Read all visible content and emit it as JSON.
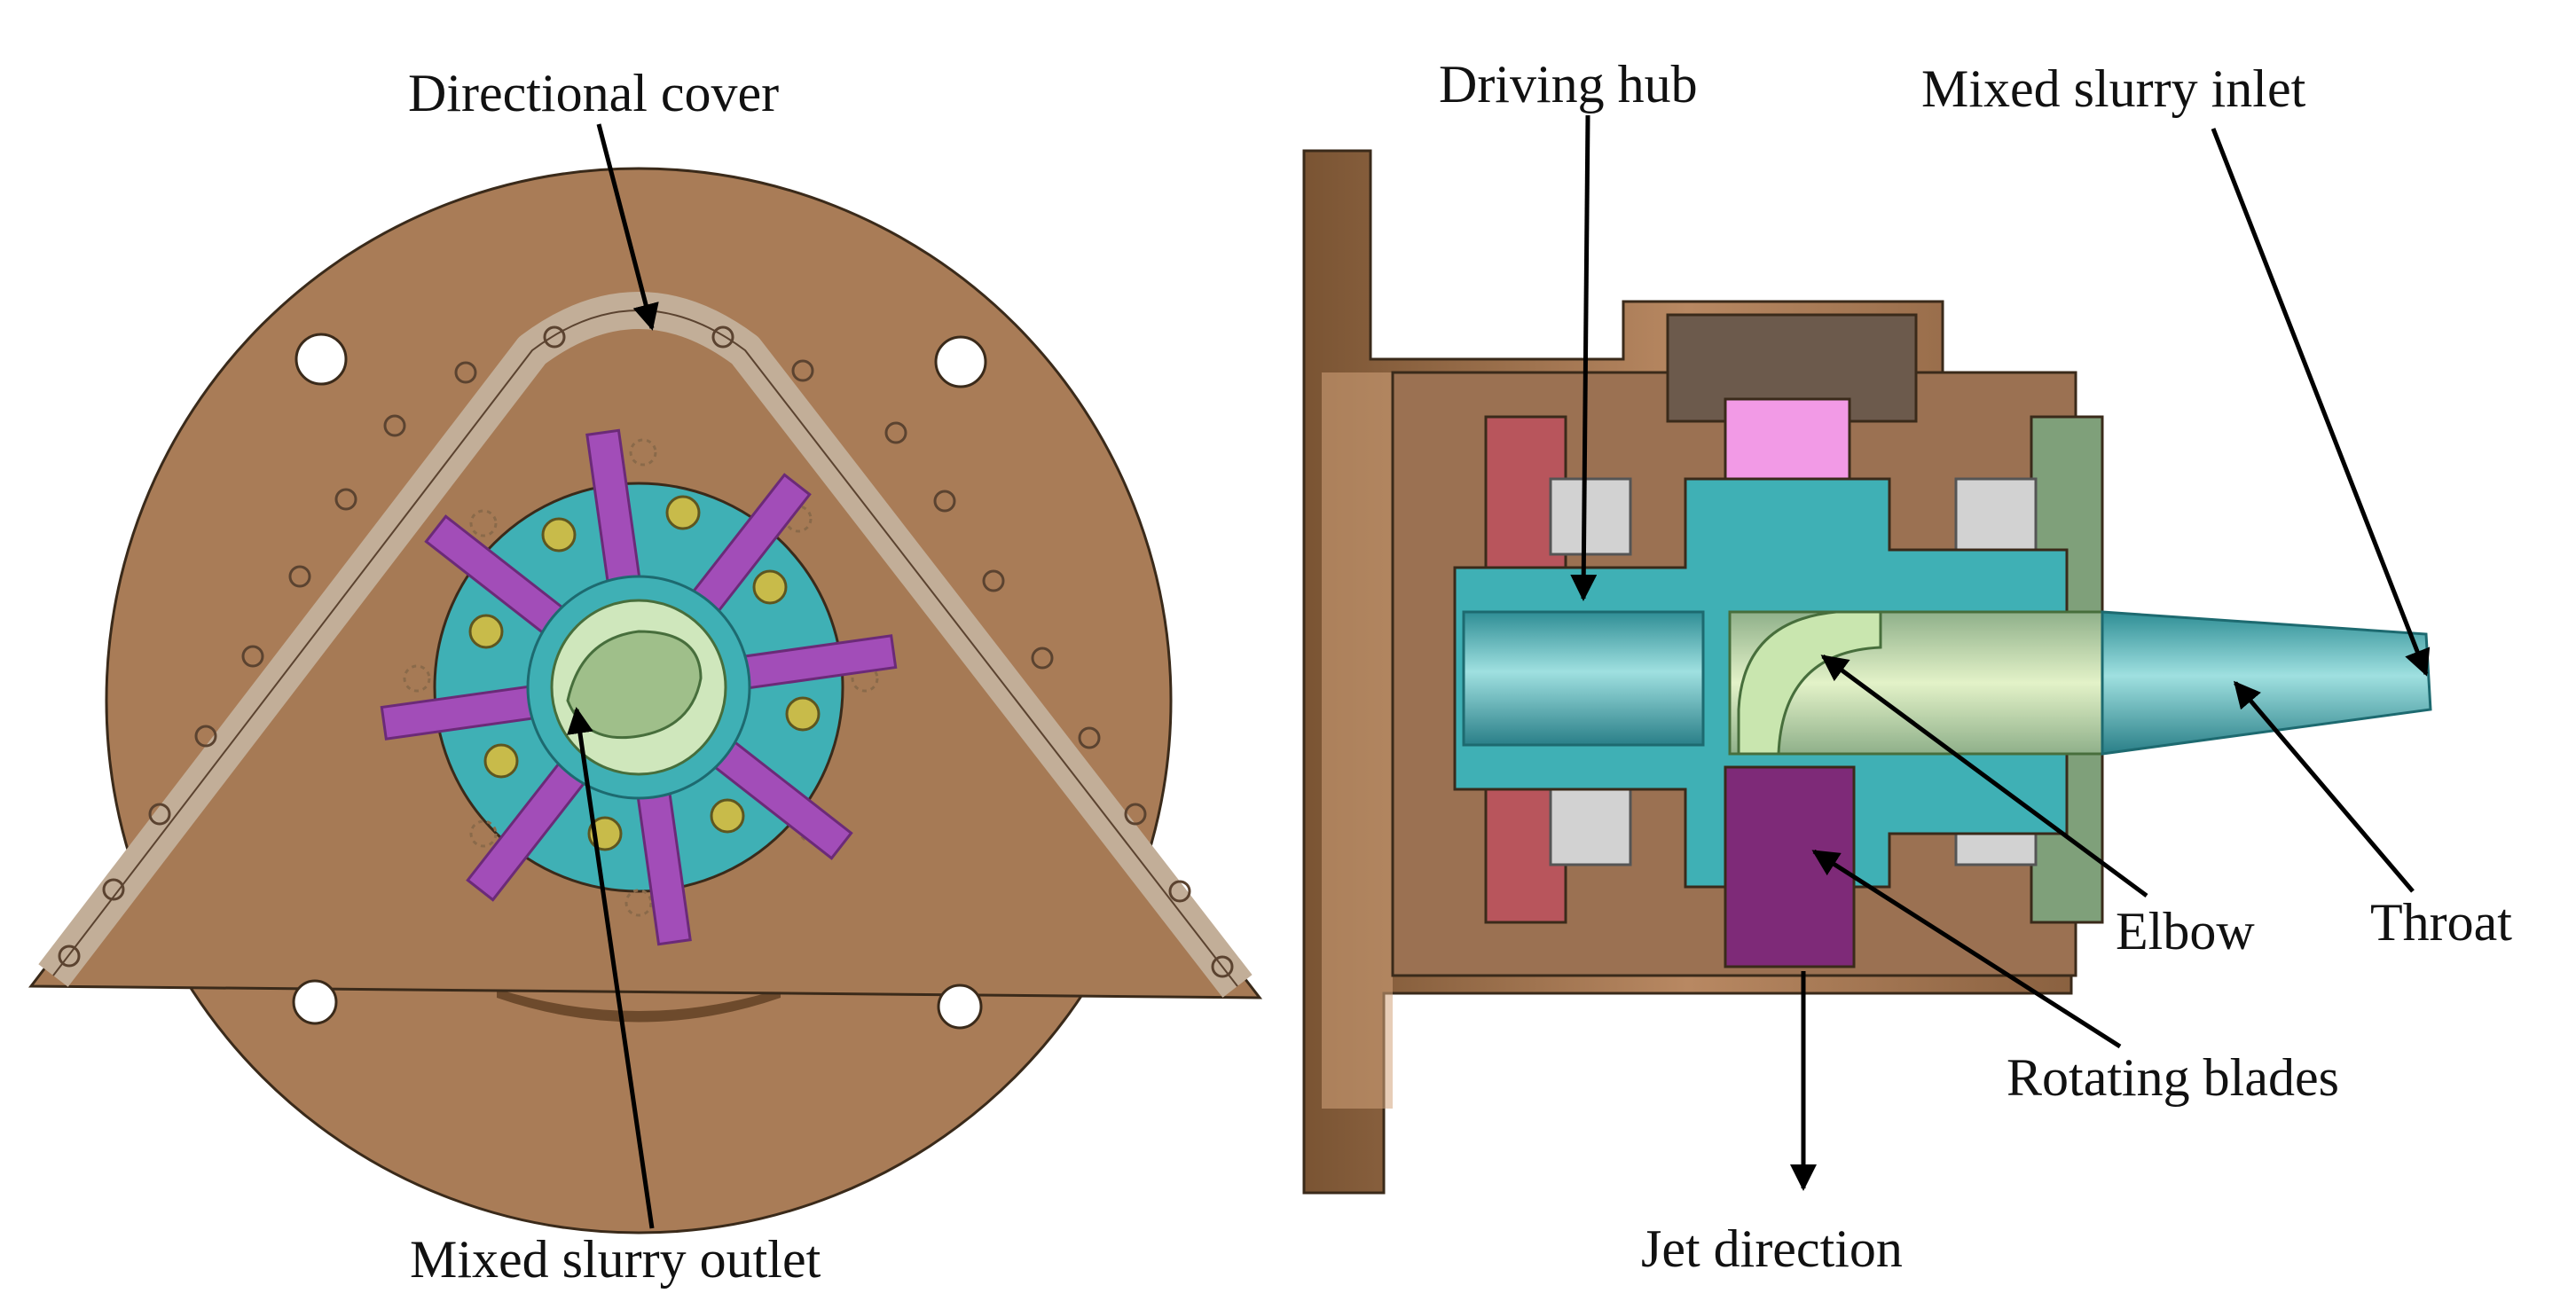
{
  "labels": {
    "directional_cover": "Directional cover",
    "mixed_slurry_outlet": "Mixed slurry outlet",
    "driving_hub": "Driving hub",
    "mixed_slurry_inlet": "Mixed slurry inlet",
    "elbow": "Elbow",
    "throat": "Throat",
    "rotating_blades": "Rotating blades",
    "jet_direction": "Jet direction"
  },
  "colors": {
    "bronze": "#A97C57",
    "bronze_dark": "#8A5E3C",
    "cover_band": "#C2AE98",
    "hub_teal": "#3FB0B5",
    "blade_purple": "#A24DB8",
    "bolt_yellow": "#C8BB4A",
    "outlet_green": "#CFE7BC",
    "pink": "#F29AE6",
    "magenta_dark": "#7E2A78",
    "red_flange": "#B8555C",
    "green_flange": "#7FA07A",
    "bearing_grey": "#D2D2D2"
  }
}
